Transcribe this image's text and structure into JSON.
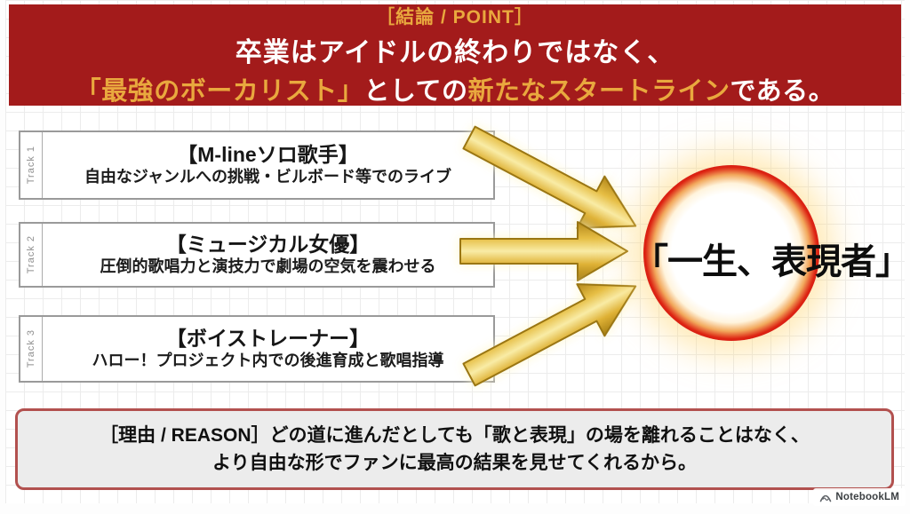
{
  "banner": {
    "tag": "［結論 / POINT］",
    "line1": "卒業はアイドルの終わりではなく、",
    "line2_parts": [
      {
        "text": "「最強のボーカリスト」",
        "style": "gold"
      },
      {
        "text": "としての",
        "style": "white"
      },
      {
        "text": "新たなスタートライン",
        "style": "gold"
      },
      {
        "text": "である。",
        "style": "white"
      }
    ],
    "bg_color": "#A31B1B",
    "gold_color": "#E9A83E",
    "text_color": "#FFFFFF"
  },
  "tracks": [
    {
      "label": "Track 1",
      "title": "【M-lineソロ歌手】",
      "desc": "自由なジャンルへの挑戦・ビルボード等でのライブ"
    },
    {
      "label": "Track 2",
      "title": "【ミュージカル女優】",
      "desc": "圧倒的歌唱力と演技力で劇場の空気を震わせる"
    },
    {
      "label": "Track 3",
      "title": "【ボイストレーナー】",
      "desc": "ハロー！プロジェクト内での後進育成と歌唱指導"
    }
  ],
  "goal": {
    "text": "「一生、表現者」",
    "ring_color": "#C60D0D",
    "glow_color": "#FFD673"
  },
  "arrows": {
    "count": 3,
    "fill_color": "#E6BE44",
    "edge_color": "#9A7613"
  },
  "reason": {
    "line1": "［理由 / REASON］どの道に進んだとしても「歌と表現」の場を離れることはなく、",
    "line2": "より自由な形でファンに最高の結果を見せてくれるから。",
    "border_color": "#B2514F",
    "bg_color": "#ECECEC"
  },
  "watermark": {
    "label": "NotebookLM"
  }
}
